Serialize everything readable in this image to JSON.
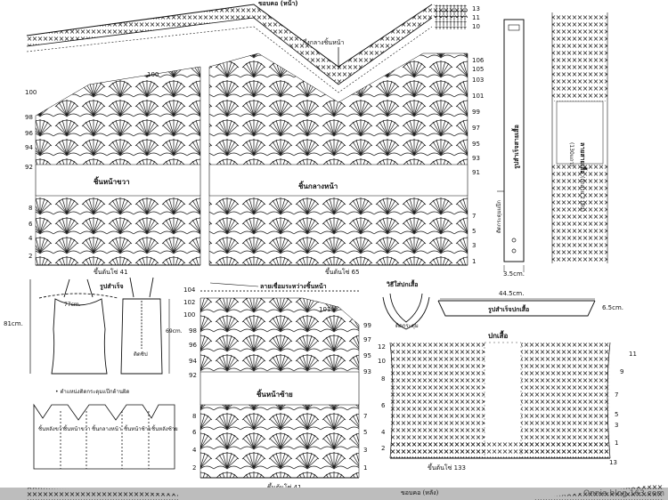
{
  "labels": {
    "top_collar": "ขอบคอ (หน้า)",
    "center_neck": "กึ่งกลางชิ้นหน้า",
    "right_front": "ชิ้นหน้าขวา",
    "center_front": "ชิ้นกลางหน้า",
    "left_front": "ชิ้นหน้าซ้าย",
    "base_41a": "ขึ้นต้นโซ่ 41",
    "base_65": "ขึ้นต้นโซ่ 65",
    "base_41b": "ขึ้นต้นโซ่ 41",
    "joining_line": "ลายเชื่อมระหว่างชิ้นหน้า",
    "finished_look": "รูปสำเร็จ",
    "cm_77": "77cm.",
    "cm_81": "81cm.",
    "cm_69": "69cm.",
    "zipper": "ติดซิป",
    "button_note": "• ตำแหน่งติดกระดุมแป๊กด้านผิด",
    "panels": [
      "ชิ้นหลังขวา",
      "ชิ้นหน้าขวา",
      "ชิ้นกลางหน้า",
      "ชิ้นหน้าซ้าย",
      "ชิ้นหลังซ้าย"
    ],
    "strap_finished": "รูปสำเร็จสายเสื้อ",
    "strap_attach": "ติดกระดุมแป๊ก",
    "strap_width": "3.5cm.",
    "strap_pattern": "ลายสายเสื้อ",
    "strap_count": "(ถักสาย 2 เส้น)",
    "strap_rows": "(130แถว)",
    "collar_method": "วิธีใส่ปกเสื้อ",
    "collar_button": "ติดกระดุม",
    "collar_width": "44.5cm.",
    "collar_height": "6.5cm.",
    "collar_finished": "รูปสำเร็จปกเสื้อ",
    "collar_title": "ปกเสื้อ",
    "collar_base": "ขึ้นต้นโซ่ 133",
    "back_collar": "ขอบคอ (หลัง)",
    "watermark": "Onnie.blog.163.com"
  },
  "rows": {
    "center_right": [
      "106",
      "105",
      "103",
      "101",
      "99",
      "97",
      "95",
      "93",
      "91",
      "7",
      "5",
      "3",
      "1"
    ],
    "top_right": [
      "13",
      "11",
      "10"
    ],
    "center_left": [
      "100",
      "98",
      "96",
      "94",
      "92",
      "8",
      "6",
      "4",
      "2"
    ],
    "left_piece_left": [
      "104",
      "102",
      "100",
      "98",
      "96",
      "94",
      "92",
      "8",
      "6",
      "4",
      "2"
    ],
    "left_piece_right": [
      "101",
      "99",
      "97",
      "95",
      "93",
      "7",
      "5",
      "3",
      "1"
    ],
    "collar_right": [
      "11",
      "9",
      "7",
      "5",
      "3",
      "1"
    ],
    "collar_left": [
      "12",
      "10",
      "8",
      "6",
      "4",
      "2"
    ],
    "collar_bottom_right": "13"
  }
}
